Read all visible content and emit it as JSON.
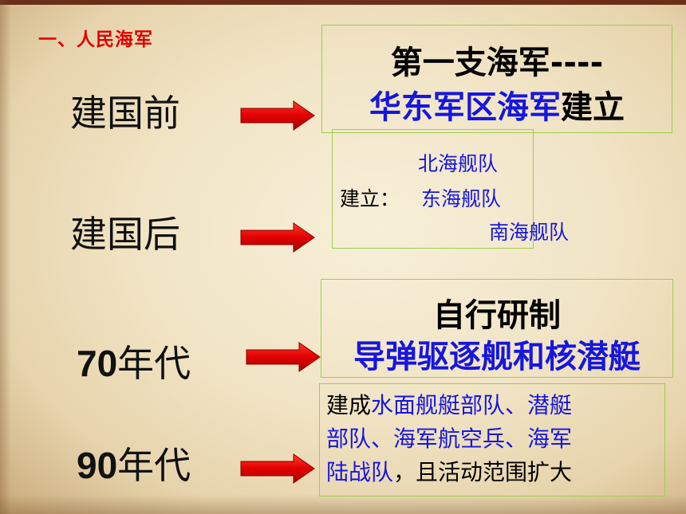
{
  "section_title": "一、人民海军",
  "eras": [
    {
      "label": "建国前"
    },
    {
      "label": "建国后"
    },
    {
      "num": "70",
      "suffix": "年代"
    },
    {
      "num": "90",
      "suffix": "年代"
    }
  ],
  "box1": {
    "line1": "第一支海军----",
    "line2_blue": "华东军区海军",
    "line2_black": "建立"
  },
  "box2": {
    "prefix": "建立：",
    "fleets": [
      "北海舰队",
      "东海舰队",
      "南海舰队"
    ]
  },
  "box3": {
    "line1": "自行研制",
    "line2": "导弹驱逐舰和核潜艇"
  },
  "box4": {
    "l1_a": "建成",
    "l1_b": "水面舰艇部队、潜艇",
    "l2": "部队、海军航空兵、海军",
    "l3_a": "陆战队",
    "l3_b": "，且活动范围扩大"
  },
  "colors": {
    "title_red": "#e00000",
    "text_blue": "#1616e0",
    "arrow_red": "#e00000",
    "box_border": "#9ccf4a"
  }
}
